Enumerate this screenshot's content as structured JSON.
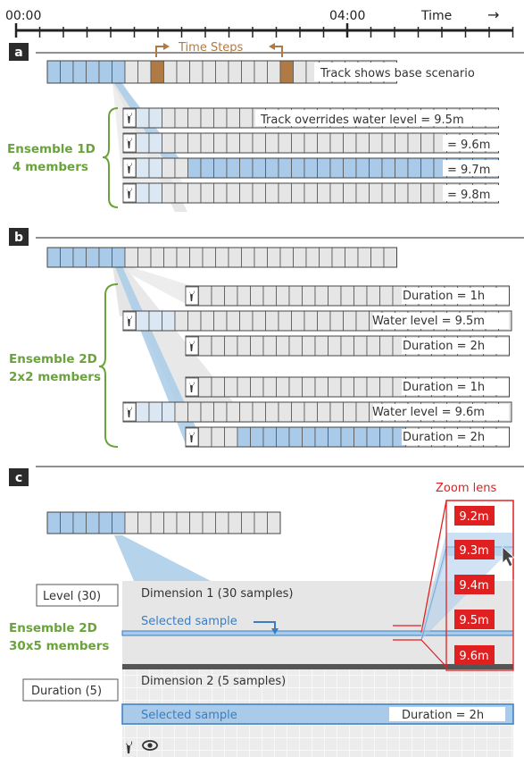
{
  "timeline": {
    "start_label": "00:00",
    "mid_label": "04:00",
    "axis_label": "Time",
    "arrow": "→"
  },
  "colors": {
    "blue": "#a9cbe9",
    "blue_line": "#3b7ebf",
    "gray": "#e6e6e6",
    "green": "#6aa33c",
    "brown": "#b07a45",
    "red": "#e02020",
    "dark": "#3a3a3a"
  },
  "panel_a": {
    "tag": "a",
    "time_steps_label": "Time Steps",
    "base_track_label": "Track shows base scenario",
    "ensemble_label_1": "Ensemble 1D",
    "ensemble_label_2": "4 members",
    "members": [
      {
        "label": "Track overrides water level = 9.5m"
      },
      {
        "label": "= 9.6m"
      },
      {
        "label": "= 9.7m"
      },
      {
        "label": "= 9.8m"
      }
    ]
  },
  "panel_b": {
    "tag": "b",
    "ensemble_label_1": "Ensemble 2D",
    "ensemble_label_2": "2x2 members",
    "rows": [
      {
        "label": "Duration = 1h"
      },
      {
        "label": "Water level = 9.5m"
      },
      {
        "label": "Duration = 2h"
      },
      {
        "label": "Duration = 1h"
      },
      {
        "label": "Water level = 9.6m"
      },
      {
        "label": "Duration = 2h"
      }
    ]
  },
  "panel_c": {
    "tag": "c",
    "zoom_lens_label": "Zoom lens",
    "zoom_values": [
      "9.2m",
      "9.3m",
      "9.4m",
      "9.5m",
      "9.6m"
    ],
    "level_label": "Level (30)",
    "duration_label": "Duration (5)",
    "ensemble_label_1": "Ensemble 2D",
    "ensemble_label_2": "30x5 members",
    "dim1_label": "Dimension 1 (30 samples)",
    "dim2_label": "Dimension 2 (5 samples)",
    "selected_label_1": "Selected sample",
    "selected_label_2": "Selected sample",
    "duration_value": "Duration = 2h"
  },
  "icons": [
    "wrench-icon",
    "eye-icon"
  ]
}
